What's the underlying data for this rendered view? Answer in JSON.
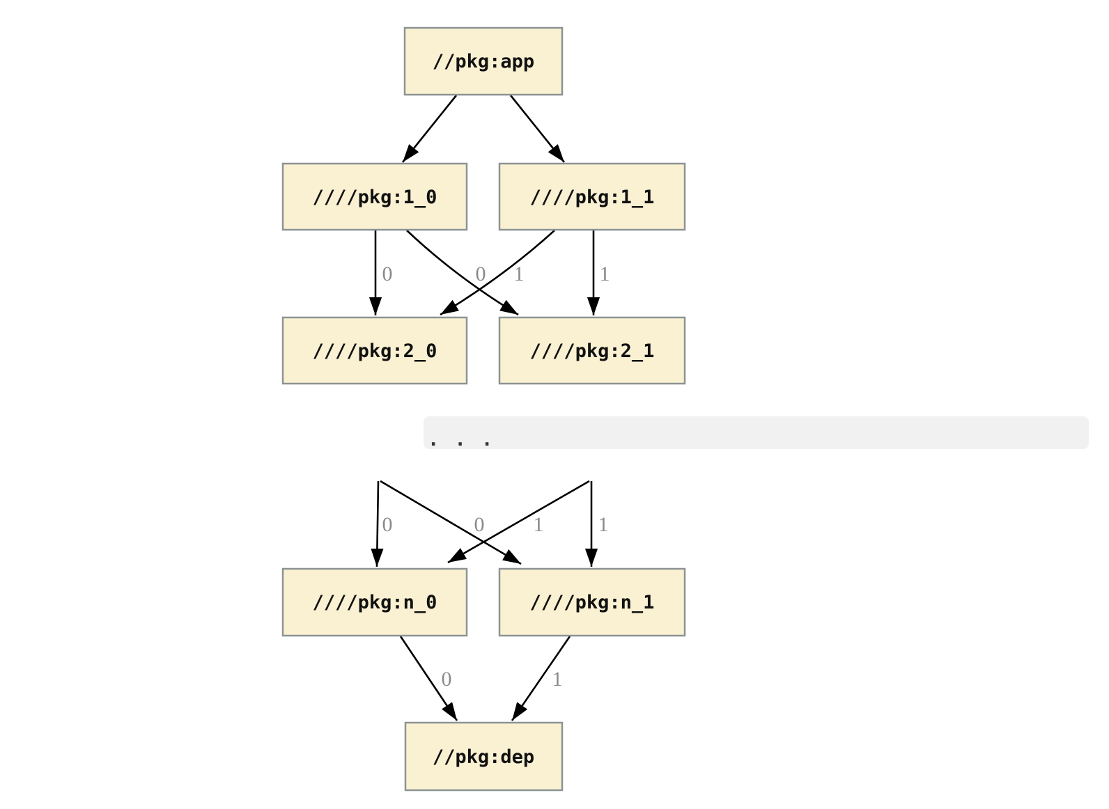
{
  "diagram": {
    "nodes": {
      "app": {
        "label": "//pkg:app"
      },
      "l1_0": {
        "label": "////pkg:1_0"
      },
      "l1_1": {
        "label": "////pkg:1_1"
      },
      "l2_0": {
        "label": "////pkg:2_0"
      },
      "l2_1": {
        "label": "////pkg:2_1"
      },
      "ln_0": {
        "label": "////pkg:n_0"
      },
      "ln_1": {
        "label": "////pkg:n_1"
      },
      "dep": {
        "label": "//pkg:dep"
      }
    },
    "ellipsis": ". . .",
    "edge_labels": {
      "e1_0_to_2_0": "0",
      "e1_1_to_2_0": "0",
      "e1_0_to_2_1": "1",
      "e1_1_to_2_1": "1",
      "edots_to_n_0": "0",
      "ecross_to_n_0": "0",
      "ecross_to_n_1": "1",
      "edots_to_n_1": "1",
      "en_0_to_dep": "0",
      "en_1_to_dep": "1"
    },
    "colors": {
      "node_fill": "#FAF1D3",
      "node_border": "#8D9393",
      "edge": "#000000",
      "edge_label": "#8A8A8A",
      "ellipsis_band": "#F1F1F1",
      "ellipsis_text": "#333333"
    }
  }
}
